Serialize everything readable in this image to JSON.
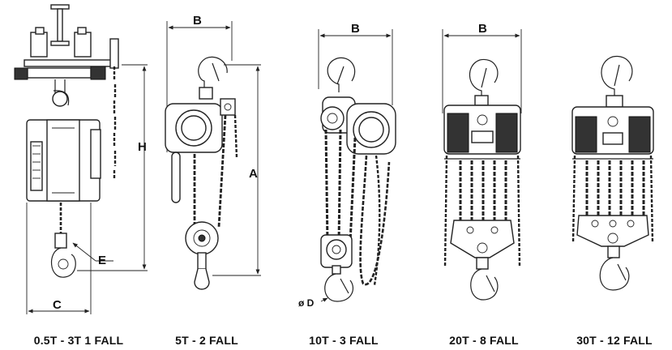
{
  "captions": {
    "fall_1": "0.5T - 3T 1 FALL",
    "fall_2": "5T - 2 FALL",
    "fall_3": "10T - 3 FALL",
    "fall_8": "20T - 8 FALL",
    "fall_12": "30T - 12 FALL"
  },
  "dimensions": {
    "h": "H",
    "e": "E",
    "c": "C",
    "b": "B",
    "a": "A",
    "d": "ø D"
  },
  "icons": [
    "trolley-icon",
    "hoist-body-icon",
    "hook-icon",
    "chain-icon",
    "pulley-icon"
  ]
}
